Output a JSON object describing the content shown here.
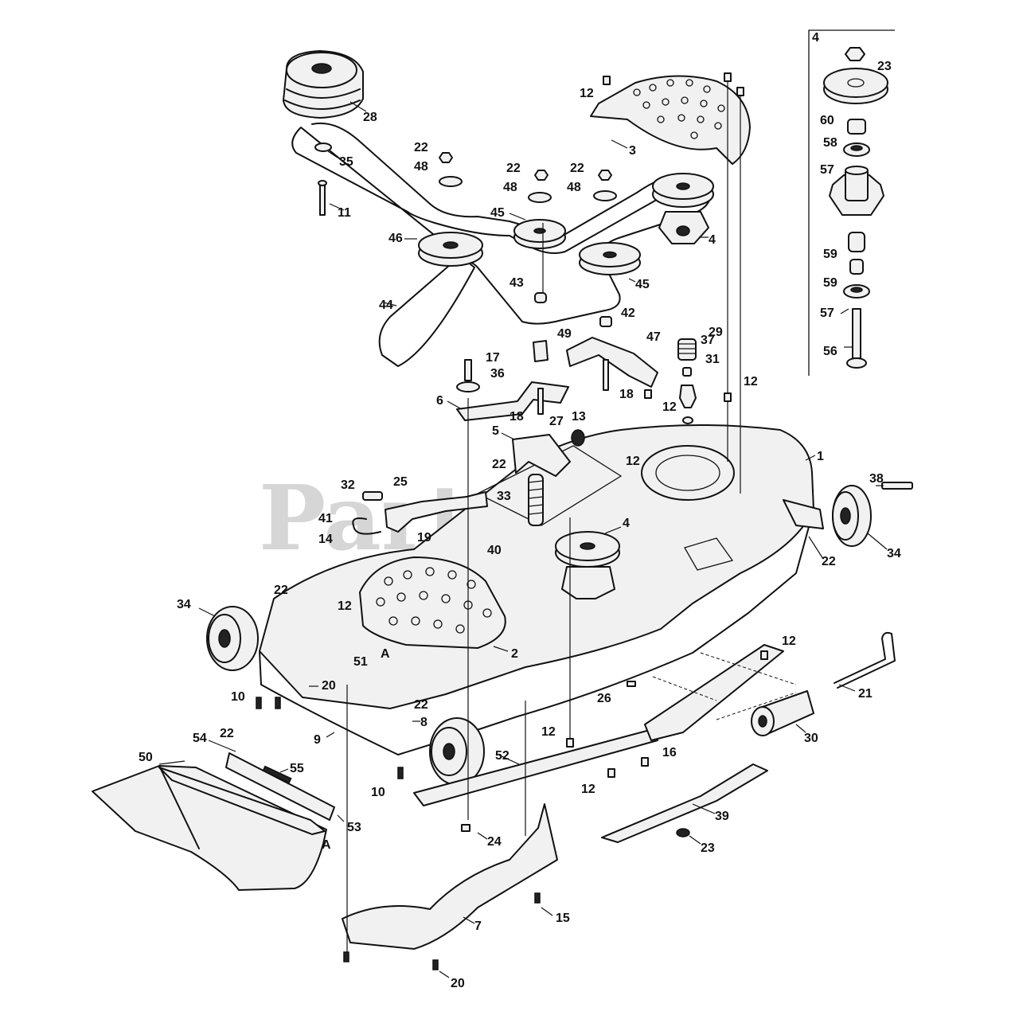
{
  "watermark": {
    "text": "PartsTree",
    "trademark": "™"
  },
  "inset": {
    "label": "4"
  },
  "callouts": [
    {
      "id": "c1",
      "n": "1"
    },
    {
      "id": "c2",
      "n": "2"
    },
    {
      "id": "c3",
      "n": "3"
    },
    {
      "id": "c4a",
      "n": "4"
    },
    {
      "id": "c4b",
      "n": "4"
    },
    {
      "id": "c5",
      "n": "5"
    },
    {
      "id": "c6",
      "n": "6"
    },
    {
      "id": "c7",
      "n": "7"
    },
    {
      "id": "c8",
      "n": "8"
    },
    {
      "id": "c9",
      "n": "9"
    },
    {
      "id": "c10a",
      "n": "10"
    },
    {
      "id": "c10b",
      "n": "10"
    },
    {
      "id": "c11",
      "n": "11"
    },
    {
      "id": "c12a",
      "n": "12"
    },
    {
      "id": "c12b",
      "n": "12"
    },
    {
      "id": "c12c",
      "n": "12"
    },
    {
      "id": "c12d",
      "n": "12"
    },
    {
      "id": "c12e",
      "n": "12"
    },
    {
      "id": "c12f",
      "n": "12"
    },
    {
      "id": "c12g",
      "n": "12"
    },
    {
      "id": "c12h",
      "n": "12"
    },
    {
      "id": "c13",
      "n": "13"
    },
    {
      "id": "c14",
      "n": "14"
    },
    {
      "id": "c15",
      "n": "15"
    },
    {
      "id": "c16",
      "n": "16"
    },
    {
      "id": "c17",
      "n": "17"
    },
    {
      "id": "c18a",
      "n": "18"
    },
    {
      "id": "c18b",
      "n": "18"
    },
    {
      "id": "c19",
      "n": "19"
    },
    {
      "id": "c20a",
      "n": "20"
    },
    {
      "id": "c20b",
      "n": "20"
    },
    {
      "id": "c21",
      "n": "21"
    },
    {
      "id": "c22a",
      "n": "22"
    },
    {
      "id": "c22b",
      "n": "22"
    },
    {
      "id": "c22c",
      "n": "22"
    },
    {
      "id": "c22d",
      "n": "22"
    },
    {
      "id": "c22e",
      "n": "22"
    },
    {
      "id": "c22f",
      "n": "22"
    },
    {
      "id": "c22g",
      "n": "22"
    },
    {
      "id": "c22h",
      "n": "22"
    },
    {
      "id": "c23a",
      "n": "23"
    },
    {
      "id": "c23b",
      "n": "23"
    },
    {
      "id": "c24",
      "n": "24"
    },
    {
      "id": "c25",
      "n": "25"
    },
    {
      "id": "c26",
      "n": "26"
    },
    {
      "id": "c27",
      "n": "27"
    },
    {
      "id": "c28",
      "n": "28"
    },
    {
      "id": "c29",
      "n": "29"
    },
    {
      "id": "c30",
      "n": "30"
    },
    {
      "id": "c31",
      "n": "31"
    },
    {
      "id": "c32",
      "n": "32"
    },
    {
      "id": "c33",
      "n": "33"
    },
    {
      "id": "c34a",
      "n": "34"
    },
    {
      "id": "c34b",
      "n": "34"
    },
    {
      "id": "c35",
      "n": "35"
    },
    {
      "id": "c36",
      "n": "36"
    },
    {
      "id": "c37",
      "n": "37"
    },
    {
      "id": "c38",
      "n": "38"
    },
    {
      "id": "c39",
      "n": "39"
    },
    {
      "id": "c40",
      "n": "40"
    },
    {
      "id": "c41",
      "n": "41"
    },
    {
      "id": "c42",
      "n": "42"
    },
    {
      "id": "c43",
      "n": "43"
    },
    {
      "id": "c44",
      "n": "44"
    },
    {
      "id": "c45a",
      "n": "45"
    },
    {
      "id": "c45b",
      "n": "45"
    },
    {
      "id": "c46",
      "n": "46"
    },
    {
      "id": "c47",
      "n": "47"
    },
    {
      "id": "c48a",
      "n": "48"
    },
    {
      "id": "c48b",
      "n": "48"
    },
    {
      "id": "c48c",
      "n": "48"
    },
    {
      "id": "c49",
      "n": "49"
    },
    {
      "id": "c50",
      "n": "50"
    },
    {
      "id": "c51",
      "n": "51"
    },
    {
      "id": "c52",
      "n": "52"
    },
    {
      "id": "c53",
      "n": "53"
    },
    {
      "id": "c54",
      "n": "54"
    },
    {
      "id": "c55",
      "n": "55"
    },
    {
      "id": "c56",
      "n": "56"
    },
    {
      "id": "c57a",
      "n": "57"
    },
    {
      "id": "c57b",
      "n": "57"
    },
    {
      "id": "c58",
      "n": "58"
    },
    {
      "id": "c59a",
      "n": "59"
    },
    {
      "id": "c59b",
      "n": "59"
    },
    {
      "id": "c60",
      "n": "60"
    },
    {
      "id": "cAa",
      "n": "A"
    },
    {
      "id": "cAb",
      "n": "A"
    }
  ]
}
